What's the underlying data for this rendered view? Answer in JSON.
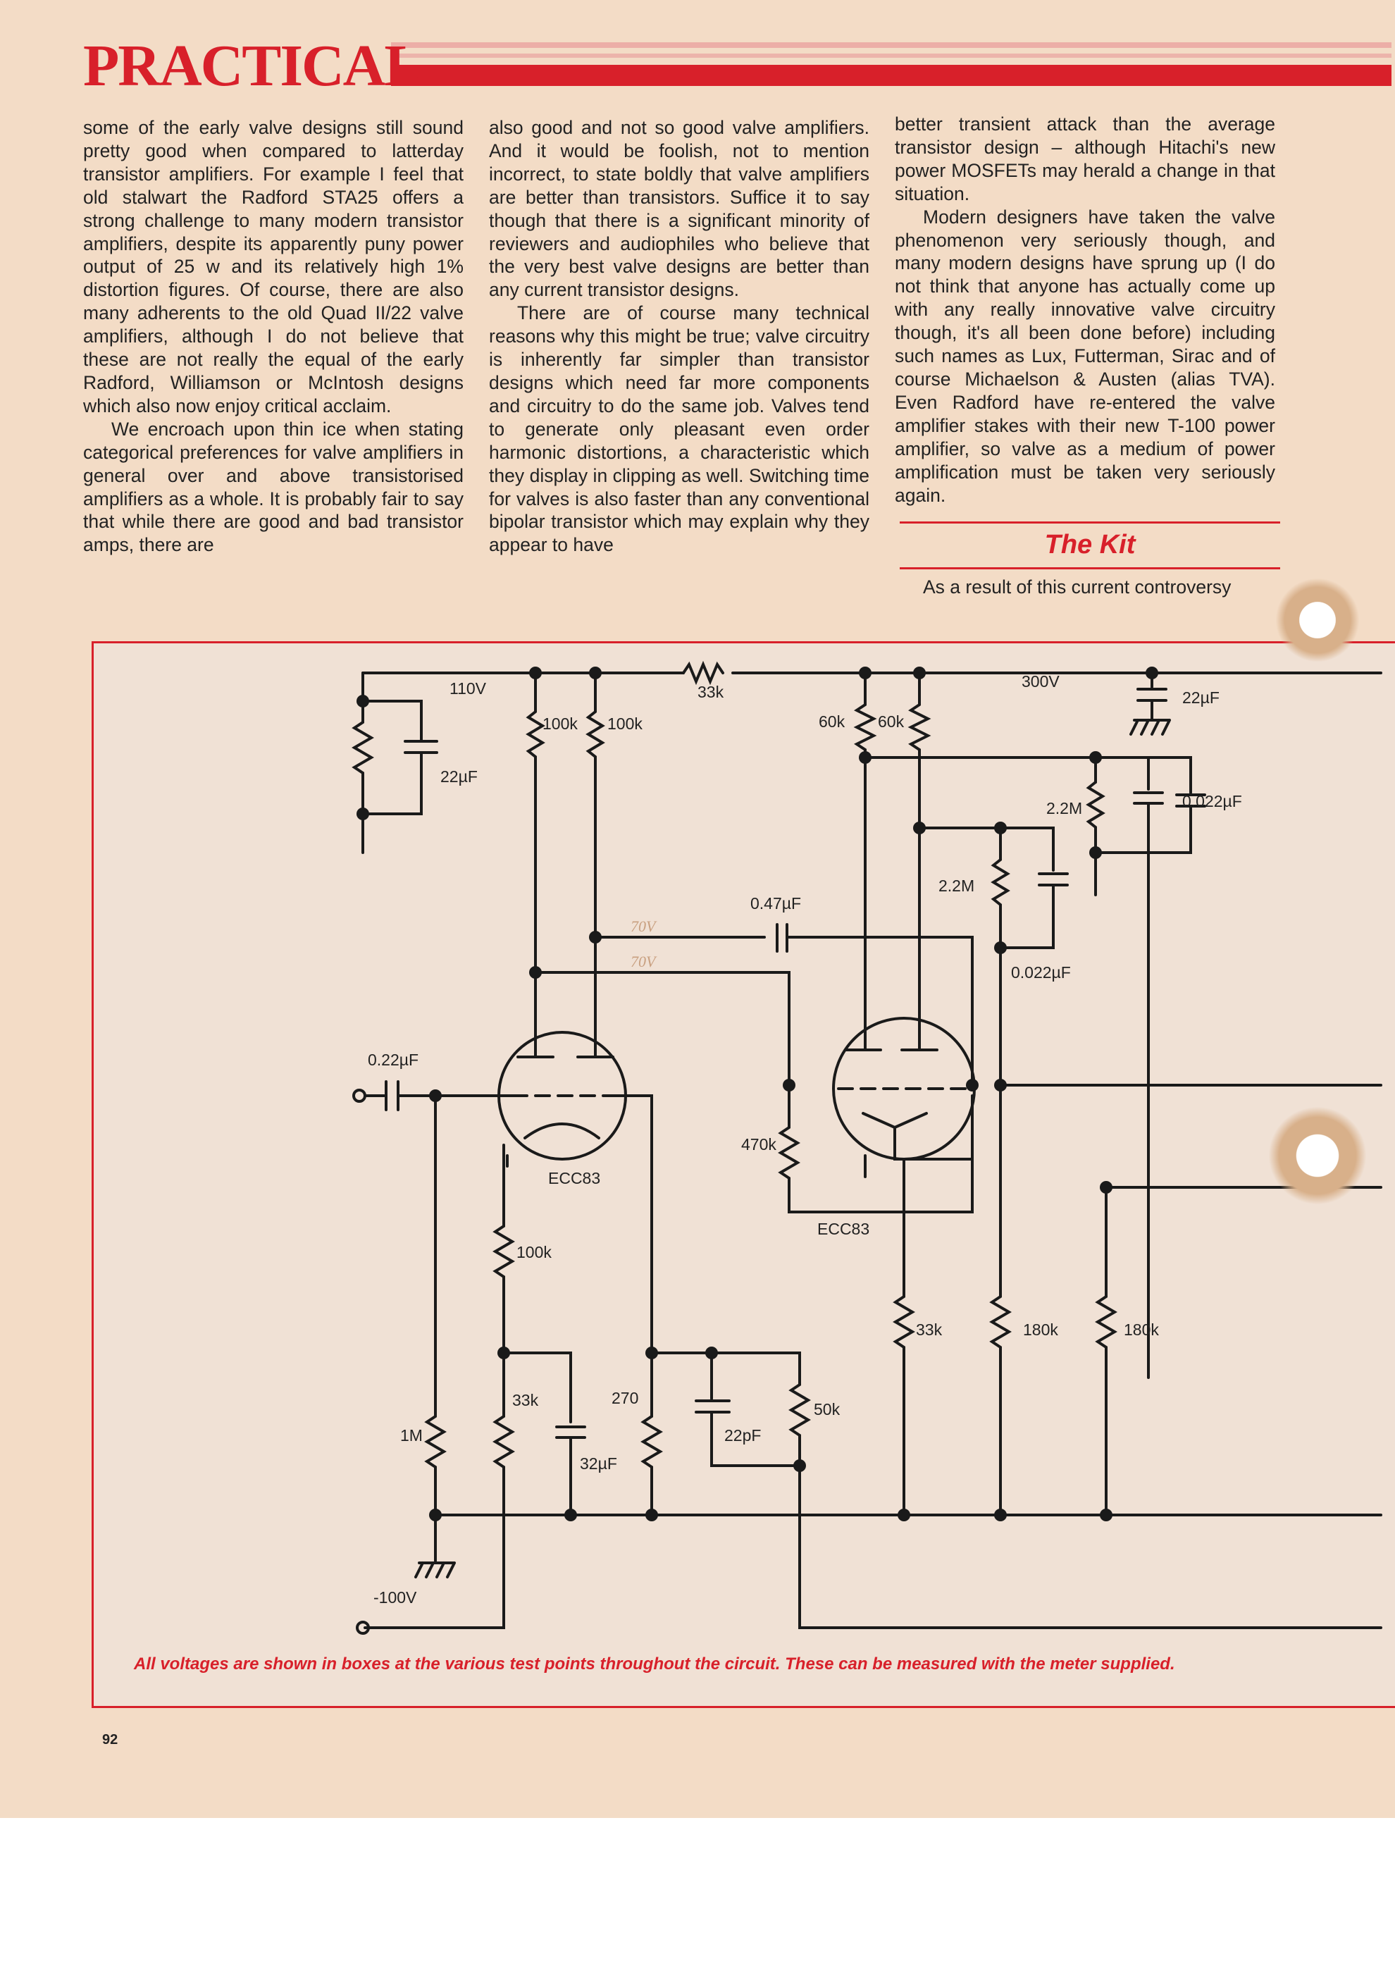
{
  "header": {
    "title": "PRACTICAL"
  },
  "columns": {
    "col1": [
      "some of the early valve designs still sound pretty good when compared to latterday transistor amplifiers. For example I feel that old stalwart the Radford STA25 offers a strong challenge to many modern transistor amplifiers, despite its apparently puny power output of 25 w and its relatively high 1% distortion figures. Of course, there are also many adherents to the old Quad II/22 valve amplifiers, although I do not believe that these are not really the equal of the early Radford, Williamson or McIntosh designs which also now enjoy critical acclaim.",
      "We encroach upon thin ice when stating categorical preferences for valve amplifiers in general over and above transistorised amplifiers as a whole. It is probably fair to say that while there are good and bad transistor amps, there are"
    ],
    "col2": [
      "also good and not so good valve amplifiers. And it would be foolish, not to mention incorrect, to state boldly that valve amplifiers are better than transistors. Suffice it to say though that there is a significant minority of reviewers and audiophiles who believe that the very best valve designs are better than any current transistor designs.",
      "There are of course many technical reasons why this might be true; valve circuitry is inherently far simpler than transistor designs which need far more components and circuitry to do the same job. Valves tend to generate only pleasant even order harmonic distortions, a characteristic which they display in clipping as well. Switching time for valves is also faster than any conventional bipolar transistor which may explain why they appear to have"
    ],
    "col3": [
      "better transient attack than the average transistor design – although Hitachi's new power MOSFETs may herald a change in that situation.",
      "Modern designers have taken the valve phenomenon very seriously though, and many modern designs have sprung up (I do not think that anyone has actually come up with any really innovative valve circuitry though, it's all been done before) including such names as Lux, Futterman, Sirac and of course Michaelson & Austen (alias TVA). Even Radford have re-entered the valve amplifier stakes with their new T-100 power amplifier, so valve as a medium of power amplification must be taken very seriously again."
    ],
    "kit_heading": "The Kit",
    "kit_text": "As a result of this current controversy"
  },
  "diagram": {
    "labels": {
      "v110": "110V",
      "v300": "300V",
      "r33k_top": "33k",
      "r100k_a": "100k",
      "r100k_b": "100k",
      "r60k_a": "60k",
      "r60k_b": "60k",
      "c22uf_top": "22µF",
      "c22uf_left": "22µF",
      "c0022_top": "0.022µF",
      "c0022_mid": "0.022µF",
      "r22m_a": "2.2M",
      "r22m_b": "2.2M",
      "c047": "0.47µF",
      "c022_in": "0.22µF",
      "ecc83_a": "ECC83",
      "ecc83_b": "ECC83",
      "r470k": "470k",
      "r100k_cath": "100k",
      "r33k_cath": "33k",
      "r270": "270",
      "c32uf": "32µF",
      "c22pf": "22pF",
      "r50k": "50k",
      "r1m": "1M",
      "r33k_low": "33k",
      "r180k_a": "180k",
      "r180k_b": "180k",
      "vminus100": "-100V",
      "hand_a": "70V",
      "hand_b": "70V"
    },
    "caption": "All voltages are shown in boxes at the various test points throughout the circuit. These can be measured with the meter supplied."
  },
  "page_number": "92",
  "colors": {
    "accent": "#d8202a",
    "paper": "#f3dcc6"
  }
}
